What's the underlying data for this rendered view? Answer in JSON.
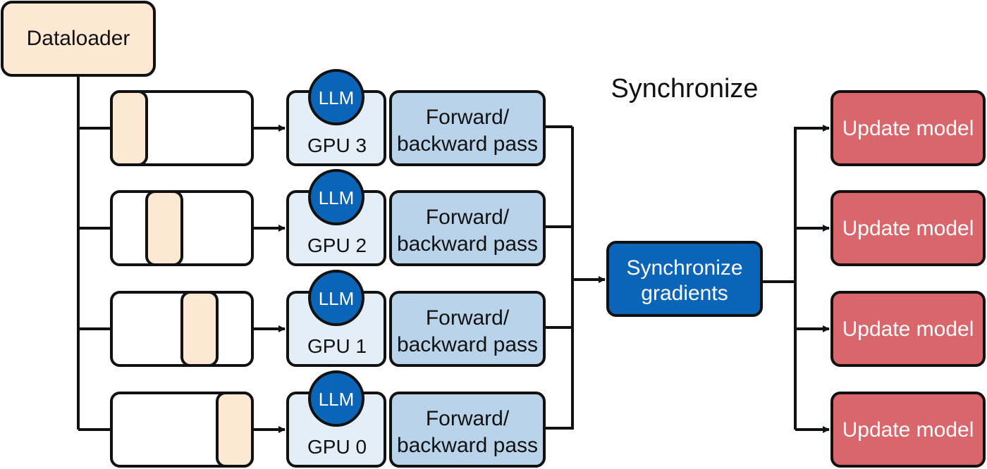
{
  "diagram": {
    "title": "Synchronize",
    "dataloader": {
      "label": "Dataloader"
    },
    "workers": [
      {
        "model_label": "LLM",
        "gpu_label": "GPU 3",
        "pass_line1": "Forward/",
        "pass_line2": "backward pass",
        "batch_slot": 0
      },
      {
        "model_label": "LLM",
        "gpu_label": "GPU 2",
        "pass_line1": "Forward/",
        "pass_line2": "backward pass",
        "batch_slot": 1
      },
      {
        "model_label": "LLM",
        "gpu_label": "GPU 1",
        "pass_line1": "Forward/",
        "pass_line2": "backward pass",
        "batch_slot": 2
      },
      {
        "model_label": "LLM",
        "gpu_label": "GPU 0",
        "pass_line1": "Forward/",
        "pass_line2": "backward pass",
        "batch_slot": 3
      }
    ],
    "sync": {
      "line1": "Synchronize",
      "line2": "gradients"
    },
    "updates": [
      {
        "label": "Update model"
      },
      {
        "label": "Update model"
      },
      {
        "label": "Update model"
      },
      {
        "label": "Update model"
      }
    ],
    "colors": {
      "dataloader_fill": "#fde8d3",
      "batch_fill": "#fde8d3",
      "gpu_fill": "#e3eef7",
      "llm_circle": "#0a64b8",
      "pass_fill": "#b8d3ea",
      "sync_fill": "#0a64b8",
      "update_fill": "#d9666b",
      "stroke": "#111111"
    }
  }
}
